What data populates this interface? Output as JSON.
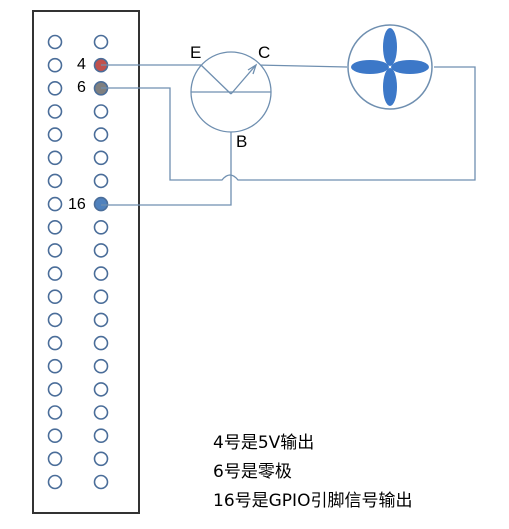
{
  "pins": {
    "pin4": {
      "label": "4",
      "color": "#c0504d"
    },
    "pin6": {
      "label": "6",
      "color": "#7f7f7f"
    },
    "pin16": {
      "label": "16",
      "color": "#4f81bd"
    }
  },
  "transistor": {
    "emitter": "E",
    "collector": "C",
    "base": "B"
  },
  "colors": {
    "header_outline": "#333333",
    "hole_outline": "#4a6d99",
    "wire": "#6f8fb0",
    "fan_blades": "#3c78c8"
  },
  "notes": [
    "4号是5V输出",
    "6号是零极",
    "16号是GPIO引脚信号输出"
  ]
}
